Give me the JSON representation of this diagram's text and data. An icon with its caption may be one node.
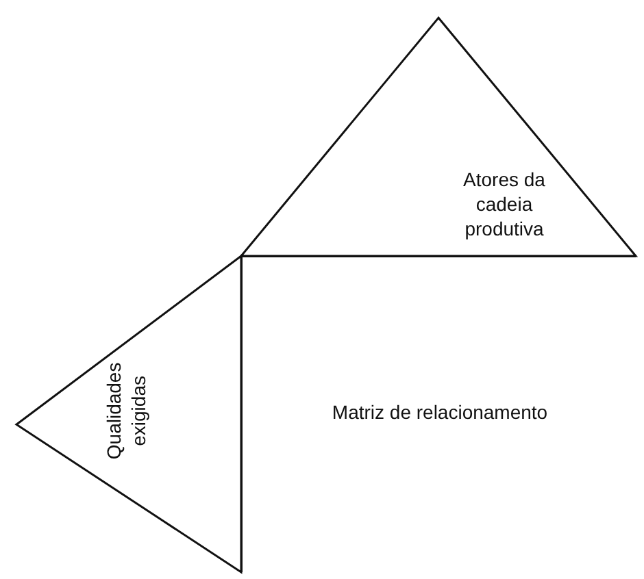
{
  "diagram": {
    "nodes": [
      {
        "text": [
          "Atores da cadeia produtiva"
        ]
      },
      {
        "text": [
          "Qualidades exigidas"
        ]
      },
      {
        "text": [
          "Matriz de relacionamento"
        ]
      }
    ]
  }
}
